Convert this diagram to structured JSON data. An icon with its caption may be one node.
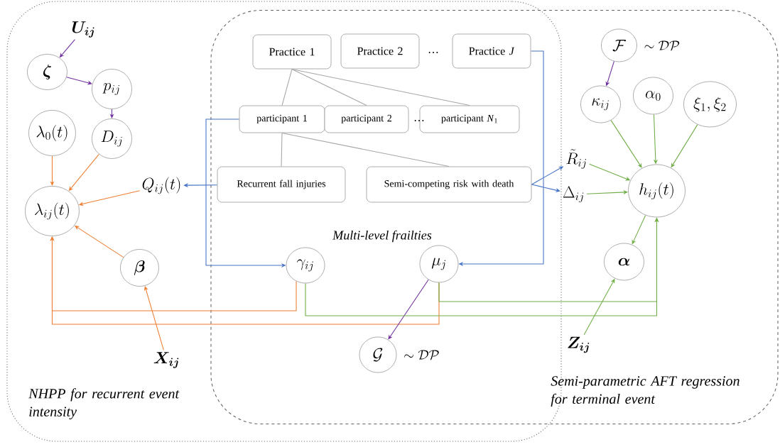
{
  "diagram": {
    "nodes": [
      {
        "text": [
          "NHPP for recurrent event intensity"
        ]
      },
      {
        "text": [
          "Semi-parametric AFT regression for terminal event"
        ]
      },
      {
        "text": [
          "\\bm{U}_{\\bm{ij}}"
        ],
        "in": 0
      },
      {
        "text": [
          "\\bm{\\zeta}"
        ],
        "in": 0
      },
      {
        "text": [
          "p_{ij}"
        ],
        "in": 0
      },
      {
        "text": [
          "\\lambda_0(t)"
        ],
        "in": 0
      },
      {
        "text": [
          "D_{ij}"
        ],
        "in": 0
      },
      {
        "text": [
          "\\lambda_{ij}(t)"
        ],
        "in": 0
      },
      {
        "text": [
          "Q_{ij}(t)"
        ],
        "in": 0
      },
      {
        "text": [
          "\\bm{\\beta}"
        ],
        "in": 0
      },
      {
        "text": [
          "\\bm{X}_{\\bm{ij}}"
        ],
        "in": 0
      },
      {
        "text": [
          "Practice 1"
        ]
      },
      {
        "text": [
          "Practice 2"
        ]
      },
      {
        "text": [
          "Practice *J*"
        ]
      },
      {
        "text": [
          "participant 1"
        ]
      },
      {
        "text": [
          "participant 2"
        ]
      },
      {
        "text": [
          "participant *N*$_{1}$"
        ]
      },
      {
        "text": [
          "Recurrent fall injuries"
        ]
      },
      {
        "text": [
          "Semi-competing risk with death"
        ]
      },
      {
        "text": [
          "\\gamma_{ij}"
        ]
      },
      {
        "text": [
          "\\mu_j"
        ]
      },
      {
        "text": [
          "\\mathcal{G}"
        ],
        "beside": [
          "\\sim\\mathcal{DP}"
        ]
      },
      {
        "text": [
          "\\mathcal{F}"
        ],
        "beside": [
          "\\sim\\mathcal{DP}"
        ],
        "in": 1
      },
      {
        "text": [
          "\\kappa_{ij}"
        ],
        "in": 1
      },
      {
        "text": [
          "\\alpha_0"
        ],
        "in": 1
      },
      {
        "text": [
          "\\xi_1,\\xi_2"
        ],
        "in": 1
      },
      {
        "text": [
          "\\tilde{R}_{ij}"
        ],
        "in": 1
      },
      {
        "text": [
          "\\Delta_{ij}"
        ],
        "in": 1
      },
      {
        "text": [
          "h_{ij}(t)"
        ],
        "in": 1
      },
      {
        "text": [
          "\\bm{\\alpha}"
        ],
        "in": 1
      },
      {
        "text": [
          "\\bm{Z}_{\\bm{ij}}"
        ],
        "in": 1
      }
    ],
    "edges": [
      {
        "from": 2,
        "to": 3,
        "arrow": "to",
        "color": "#7030a0"
      },
      {
        "from": 3,
        "to": 4,
        "arrow": "to",
        "color": "#7030a0"
      },
      {
        "from": 4,
        "to": 6,
        "arrow": "to",
        "color": "#7030a0"
      },
      {
        "from": 5,
        "to": 7,
        "arrow": "to",
        "color": "#ed7d31"
      },
      {
        "from": 6,
        "to": 7,
        "arrow": "to",
        "color": "#ed7d31"
      },
      {
        "from": 8,
        "to": 7,
        "arrow": "to",
        "color": "#ed7d31"
      },
      {
        "from": 9,
        "to": 7,
        "arrow": "to",
        "color": "#ed7d31"
      },
      {
        "from": 10,
        "to": 9,
        "arrow": "to",
        "color": "#ed7d31"
      },
      {
        "from": 19,
        "to": 7,
        "arrow": "to",
        "color": "#ed7d31"
      },
      {
        "from": 20,
        "to": 7,
        "arrow": "to",
        "color": "#ed7d31"
      },
      {
        "from": 11,
        "to": 14,
        "arrow": "none",
        "color": "#a6a6a6"
      },
      {
        "from": 11,
        "to": 15,
        "arrow": "none",
        "color": "#a6a6a6"
      },
      {
        "from": 11,
        "to": 16,
        "arrow": "none",
        "color": "#a6a6a6"
      },
      {
        "from": 14,
        "to": 17,
        "arrow": "none",
        "color": "#a6a6a6"
      },
      {
        "from": 14,
        "to": 18,
        "arrow": "none",
        "color": "#a6a6a6"
      },
      {
        "from": 17,
        "to": 8,
        "arrow": "to",
        "color": "#4472c4"
      },
      {
        "from": 14,
        "to": 19,
        "arrow": "to",
        "color": "#4472c4"
      },
      {
        "from": 13,
        "to": 20,
        "arrow": "to",
        "color": "#4472c4"
      },
      {
        "from": 18,
        "to": 26,
        "arrow": "to",
        "color": "#4472c4"
      },
      {
        "from": 18,
        "to": 27,
        "arrow": "to",
        "color": "#4472c4"
      },
      {
        "from": 20,
        "to": 21,
        "arrow": "to",
        "color": "#7030a0"
      },
      {
        "from": 22,
        "to": 23,
        "arrow": "to",
        "color": "#7030a0"
      },
      {
        "from": 23,
        "to": 28,
        "arrow": "to",
        "color": "#70ad47"
      },
      {
        "from": 24,
        "to": 28,
        "arrow": "to",
        "color": "#70ad47"
      },
      {
        "from": 25,
        "to": 28,
        "arrow": "to",
        "color": "#70ad47"
      },
      {
        "from": 26,
        "to": 28,
        "arrow": "to",
        "color": "#70ad47"
      },
      {
        "from": 27,
        "to": 28,
        "arrow": "to",
        "color": "#70ad47"
      },
      {
        "from": 28,
        "to": 29,
        "arrow": "to",
        "color": "#70ad47"
      },
      {
        "from": 30,
        "to": 29,
        "arrow": "to",
        "color": "#70ad47"
      },
      {
        "from": 19,
        "to": 28,
        "arrow": "to",
        "color": "#70ad47"
      },
      {
        "from": 20,
        "to": 28,
        "arrow": "to",
        "color": "#70ad47"
      }
    ],
    "labels": [
      "…",
      "…",
      "Multi-level frailties"
    ]
  }
}
